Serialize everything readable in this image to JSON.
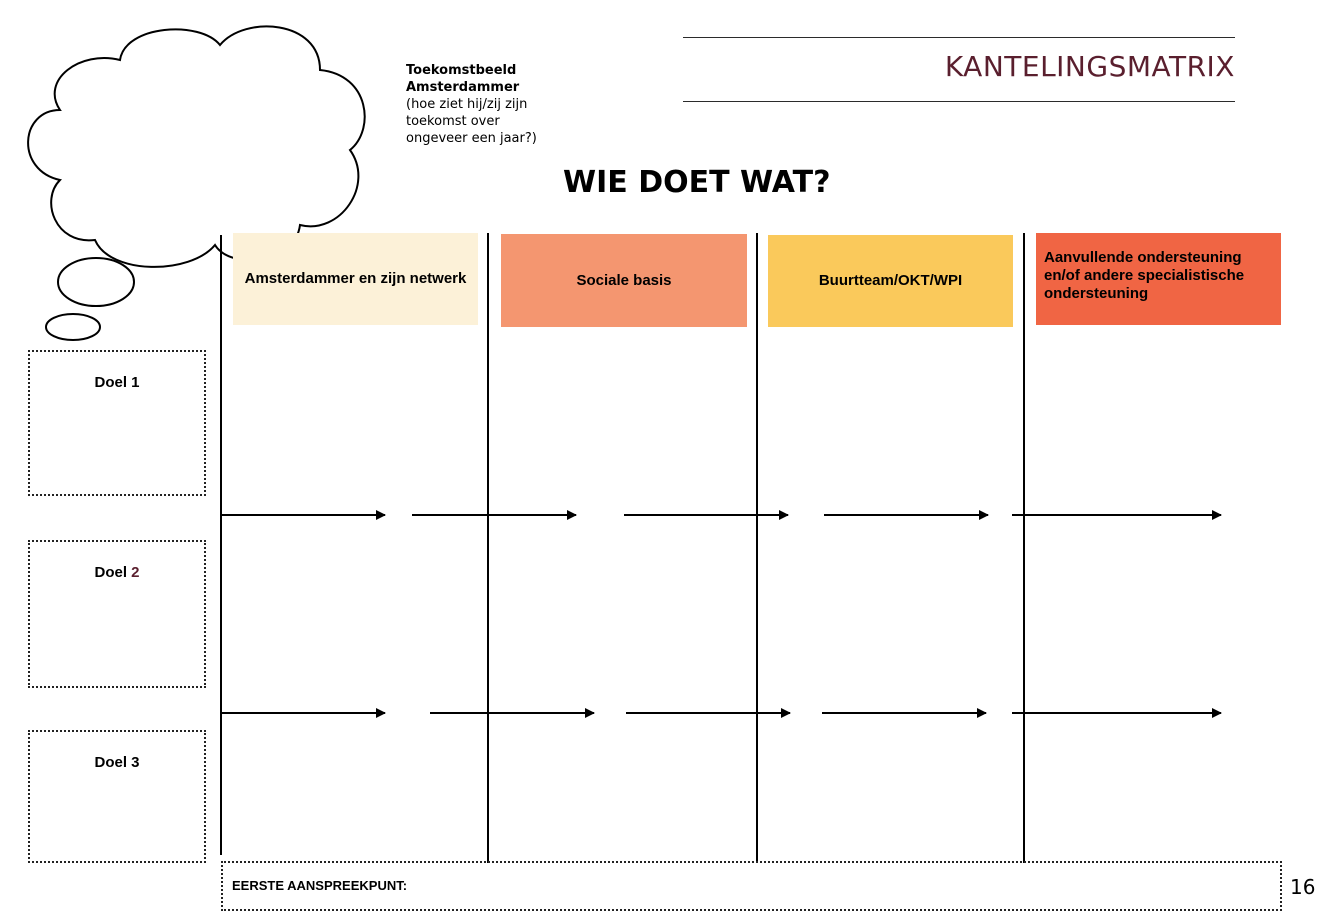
{
  "header": {
    "title": "KANTELINGSMATRIX",
    "main_title": "WIE DOET WAT?"
  },
  "future_image": {
    "heading_line1": "Toekomstbeeld",
    "heading_line2": "Amsterdammer",
    "body": "(hoe ziet hij/zij zijn toekomst over ongeveer een jaar?)"
  },
  "columns": [
    {
      "label": "Amsterdammer en zijn netwerk",
      "color": "#fcf1d8"
    },
    {
      "label": "Sociale basis",
      "color": "#f49670"
    },
    {
      "label": "Buurtteam/OKT/WPI",
      "color": "#fac95b"
    },
    {
      "label": "Aanvullende ondersteuning en/of andere specialistische ondersteuning",
      "color": "#f06544"
    }
  ],
  "goals": [
    {
      "prefix": "Doel ",
      "number": "1"
    },
    {
      "prefix": "Doel ",
      "number": "2"
    },
    {
      "prefix": "Doel ",
      "number": "3"
    }
  ],
  "footer": {
    "label": "EERSTE AANSPREEKPUNT:",
    "page_number": "16"
  },
  "colors": {
    "accent": "#5a1f2e",
    "line": "#000000"
  }
}
